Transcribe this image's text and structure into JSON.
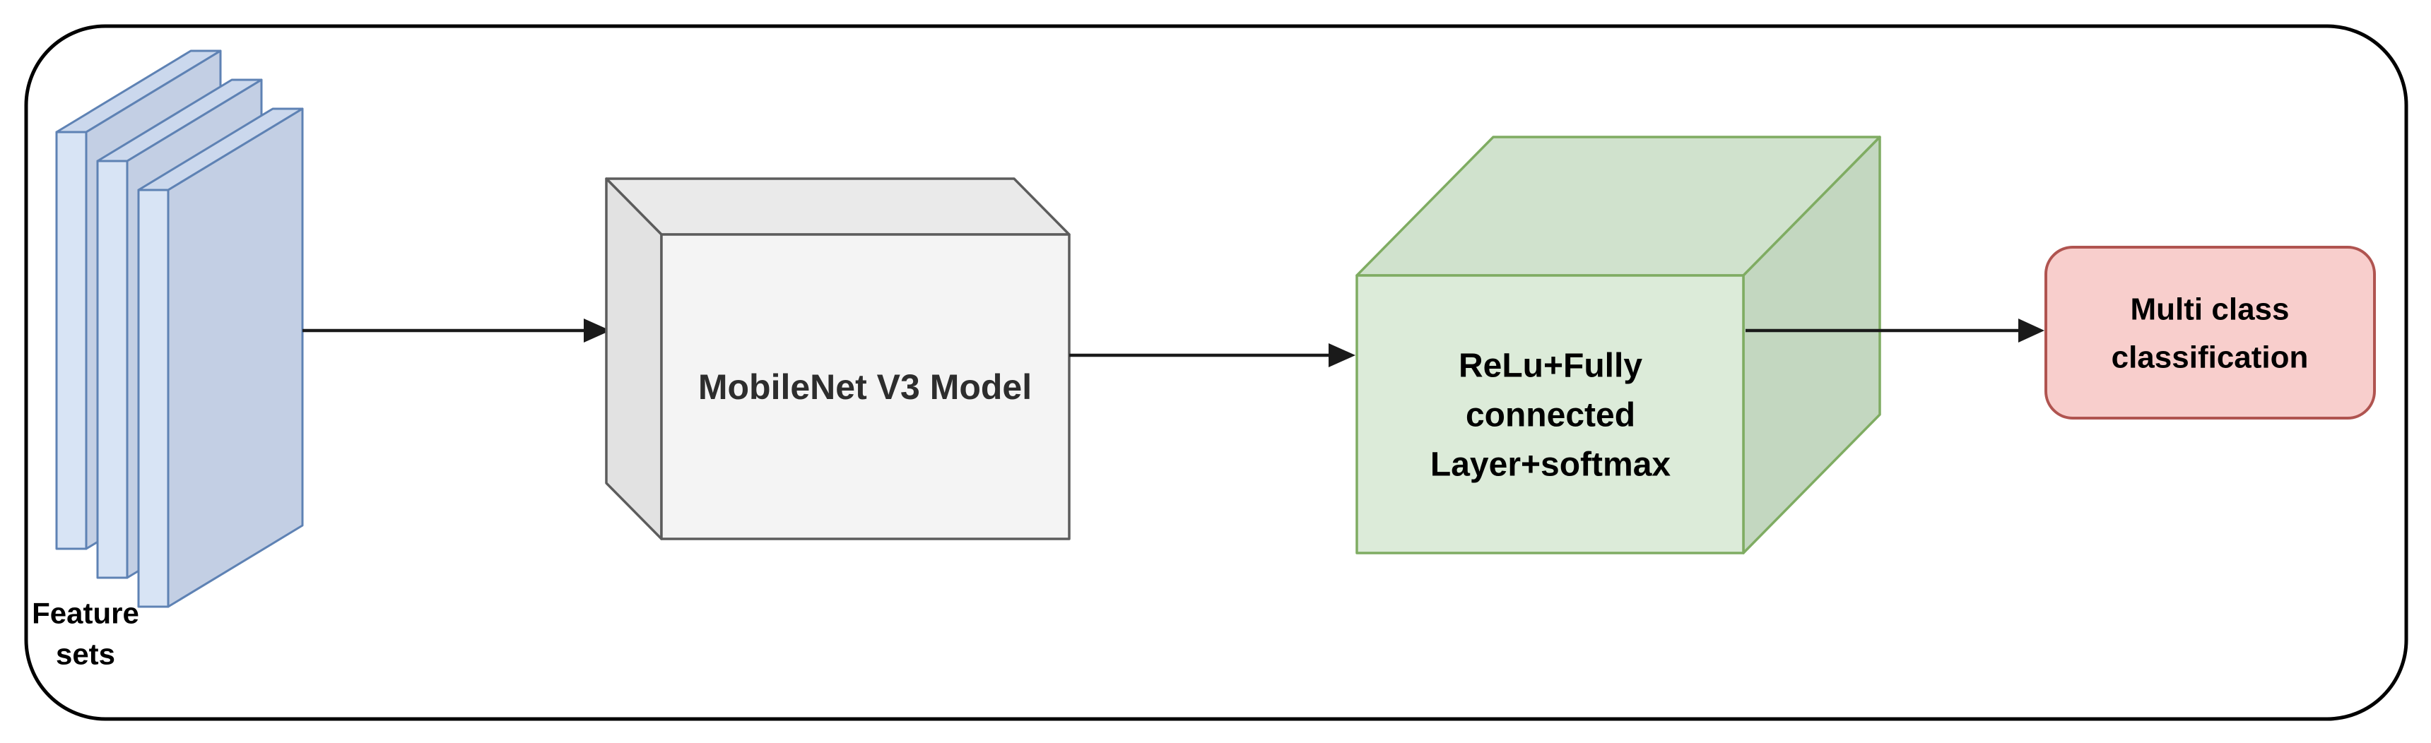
{
  "diagram": {
    "background": "#ffffff",
    "border_color": "#000000"
  },
  "nodes": {
    "feature_sets": {
      "label_lines": [
        "Feature",
        "sets"
      ],
      "slab_count": 3,
      "front_color": "#d8e4f5",
      "top_color": "#cbd8ed",
      "side_color": "#c3cfe4",
      "stroke_color": "#5e82b4",
      "text_color": "#000000"
    },
    "backbone": {
      "label": "MobileNet V3 Model",
      "front_color": "#f4f4f4",
      "top_color": "#eaeaea",
      "side_color": "#e2e2e2",
      "stroke_color": "#5c5c5c",
      "text_color": "#2d2d2d"
    },
    "head": {
      "label_lines": [
        "ReLu+Fully",
        "connected",
        "Layer+softmax"
      ],
      "front_color": "#dcebd9",
      "top_color": "#d0e2cd",
      "side_color": "#c3d7c0",
      "stroke_color": "#7fac62",
      "text_color": "#000000"
    },
    "output": {
      "label_lines": [
        "Multi class",
        "classification"
      ],
      "fill_color": "#f8cecc",
      "stroke_color": "#b05450",
      "text_color": "#000000"
    }
  },
  "arrows": {
    "color": "#1a1a1a"
  }
}
